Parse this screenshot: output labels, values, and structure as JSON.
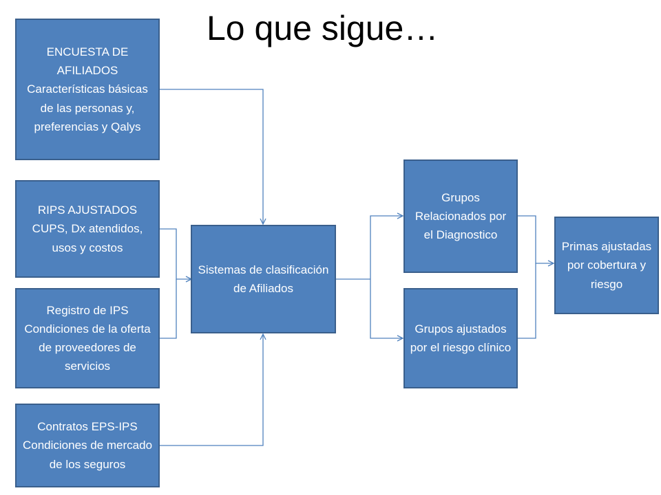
{
  "title": "Lo que sigue…",
  "inputs": {
    "encuesta": "ENCUESTA DE AFILIADOS Características básicas de las personas y, preferencias y Qalys",
    "rips": "RIPS AJUSTADOS CUPS, Dx atendidos, usos y costos",
    "registro_ips": "Registro de IPS Condiciones de la oferta de proveedores de servicios",
    "contratos": "Contratos EPS-IPS Condiciones de mercado de los seguros"
  },
  "center": "Sistemas de clasificación de Afiliados",
  "groups": {
    "grd": "Grupos Relacionados por el Diagnostico",
    "riesgo_clinico": "Grupos ajustados por el riesgo clínico"
  },
  "output": "Primas ajustadas por cobertura y riesgo",
  "colors": {
    "box_fill": "#4f81bd",
    "box_border": "#3a5f8c",
    "connector": "#4f81bd"
  }
}
